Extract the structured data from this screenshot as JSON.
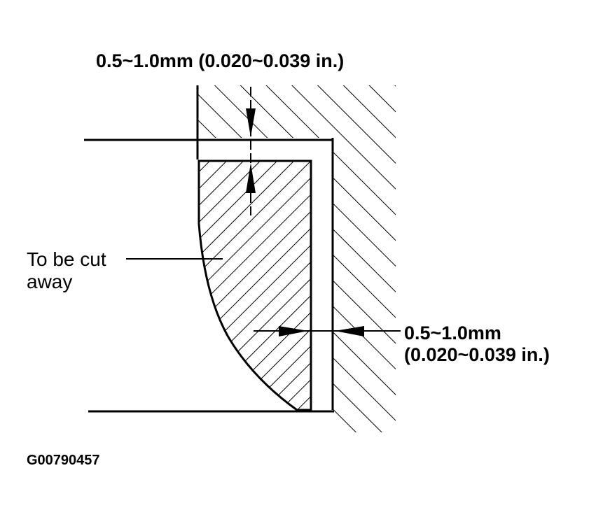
{
  "colors": {
    "ink": "#000000",
    "paper": "#ffffff"
  },
  "labels": {
    "top_dimension": "0.5~1.0mm (0.020~0.039 in.)",
    "right_dimension_line1": "0.5~1.0mm",
    "right_dimension_line2": "(0.020~0.039 in.)",
    "cut_line1": "To be cut",
    "cut_line2": "away",
    "figure_id": "G00790457"
  }
}
